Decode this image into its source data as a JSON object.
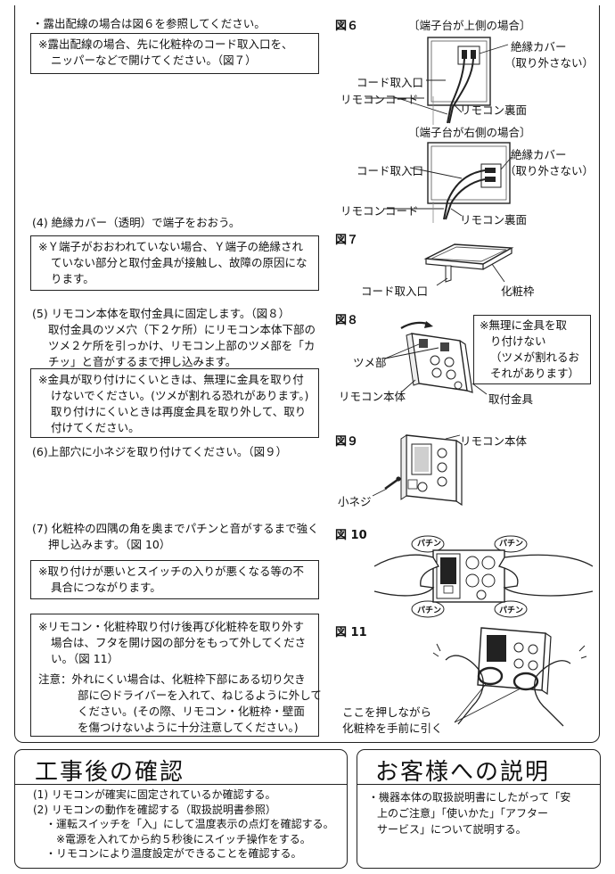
{
  "left": {
    "exposed_line": "・露出配線の場合は図６を参照してください。",
    "note1": [
      "※露出配線の場合、先に化粧枠のコード取入口を、",
      "ニッパーなどで開けてください。（図７）"
    ],
    "step4": "(4) 絶縁カバー（透明）で端子をおおう。",
    "note2": [
      "※Ｙ端子がおおわれていない場合、Ｙ端子の絶縁され",
      "ていない部分と取付金具が接触し、故障の原因にな",
      "ります。"
    ],
    "step5": [
      "(5) リモコン本体を取付金具に固定します。（図８）",
      "取付金具のツメ穴（下２ケ所）にリモコン本体下部の",
      "ツメ２ケ所を引っかけ、リモコン上部のツメ部を「カ",
      "チッ」と音がするまで押し込みます。"
    ],
    "note3": [
      "※金具が取り付けにくいときは、無理に金具を取り付",
      "けないでください。(ツメが割れる恐れがあります。)",
      "取り付けにくいときは再度金具を取り外して、取り",
      "付けてください。"
    ],
    "step6": "(6)上部穴に小ネジを取り付けてください。（図９）",
    "step7": [
      "(7) 化粧枠の四隅の角を奥までパチンと音がするまで強く",
      "押し込みます。（図 10）"
    ],
    "note4": [
      "※取り付けが悪いとスイッチの入りが悪くなる等の不",
      "具合につながります。"
    ],
    "note5": [
      "※リモコン・化粧枠取り付け後再び化粧枠を取り外す",
      "場合は、フタを開け図の部分をもって外してくださ",
      "い。（図 11）"
    ],
    "caution_label": "注意：",
    "caution": [
      "外れにくい場合は、化粧枠下部にある切り欠き",
      "部に",
      "ドライバーを入れて、ねじるように外して",
      "ください。(その際、リモコン・化粧枠・壁面",
      "を傷つけないように十分注意してください。)"
    ]
  },
  "figs": {
    "fig6": "図６",
    "fig6_top_case": "〔端子台が上側の場合〕",
    "fig6_right_case": "〔端子台が右側の場合〕",
    "insulation_cover": "絶縁カバー",
    "do_not_remove": "（取り外さない）",
    "cord_inlet": "コード取入口",
    "remote_cord": "リモコンコード",
    "remote_back": "リモコン裏面",
    "fig7": "図７",
    "decor_frame": "化粧枠",
    "fig8": "図８",
    "fig8_note": [
      "※無理に金具を取",
      "り付けない",
      "（ツメが割れるお",
      "それがあります）"
    ],
    "tab": "ツメ部",
    "remote_body": "リモコン本体",
    "bracket": "取付金具",
    "fig9": "図９",
    "small_screw": "小ネジ",
    "fig10": "図 10",
    "snap": "パチン",
    "fig11": "図 11",
    "fig11_caption": [
      "ここを押しながら",
      "化粧枠を手前に引く"
    ]
  },
  "bottom": {
    "check_title": "工事後の確認",
    "check_lines": [
      "(1) リモコンが確実に固定されているか確認する。",
      "(2) リモコンの動作を確認する（取扱説明書参照）",
      "・運転スイッチを「入」にして温度表示の点灯を確認する。",
      "※電源を入れてから約５秒後にスイッチ操作をする。",
      "・リモコンにより温度設定ができることを確認する。"
    ],
    "explain_title": "お客様への説明",
    "explain_lines": [
      "・機器本体の取扱説明書にしたがって「安",
      "上のご注意」「使いかた」「アフター",
      "サービス」について説明する。"
    ]
  }
}
